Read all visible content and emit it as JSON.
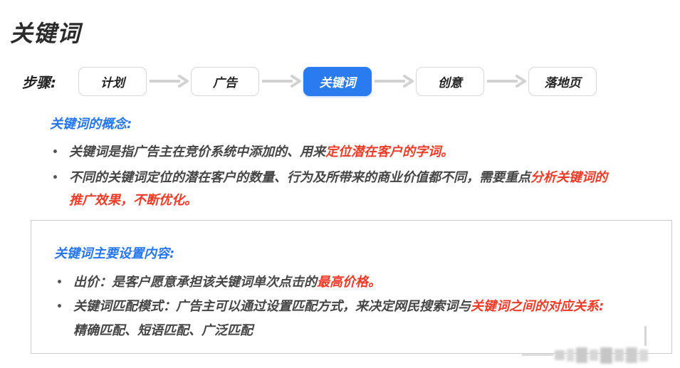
{
  "page": {
    "title": "关键词"
  },
  "steps": {
    "label": "步骤:",
    "items": [
      {
        "label": "计划",
        "active": false
      },
      {
        "label": "广告",
        "active": false
      },
      {
        "label": "关键词",
        "active": true
      },
      {
        "label": "创意",
        "active": false
      },
      {
        "label": "落地页",
        "active": false
      }
    ]
  },
  "concept": {
    "heading": "关键词的概念:",
    "bullets": [
      {
        "text": "关键词是指广告主在竞价系统中添加的、用来",
        "highlight": "定位潜在客户的字词。"
      },
      {
        "text": "不同的关键词定位的潜在客户的数量、行为及所带来的商业价值都不同，需要重点",
        "highlight": "分析关键词的",
        "highlight_line2": "推广效果，不断优化。"
      }
    ]
  },
  "settings_box": {
    "heading": "关键词主要设置内容:",
    "bullets": [
      {
        "text": "出价：是客户愿意承担该关键词单次点击的",
        "highlight": "最高价格。"
      },
      {
        "text": "关键词匹配模式：广告主可以通过设置匹配方式，来决定网民搜索词与",
        "highlight": "关键词之间的对应关系:",
        "line2": "精确匹配、短语匹配、广泛匹配"
      }
    ]
  },
  "colors": {
    "accent_blue": "#2776f1",
    "active_step_blue": "#2b7bf0",
    "highlight_red": "#ee3b28",
    "arrow_gray": "#d2d2d2"
  }
}
